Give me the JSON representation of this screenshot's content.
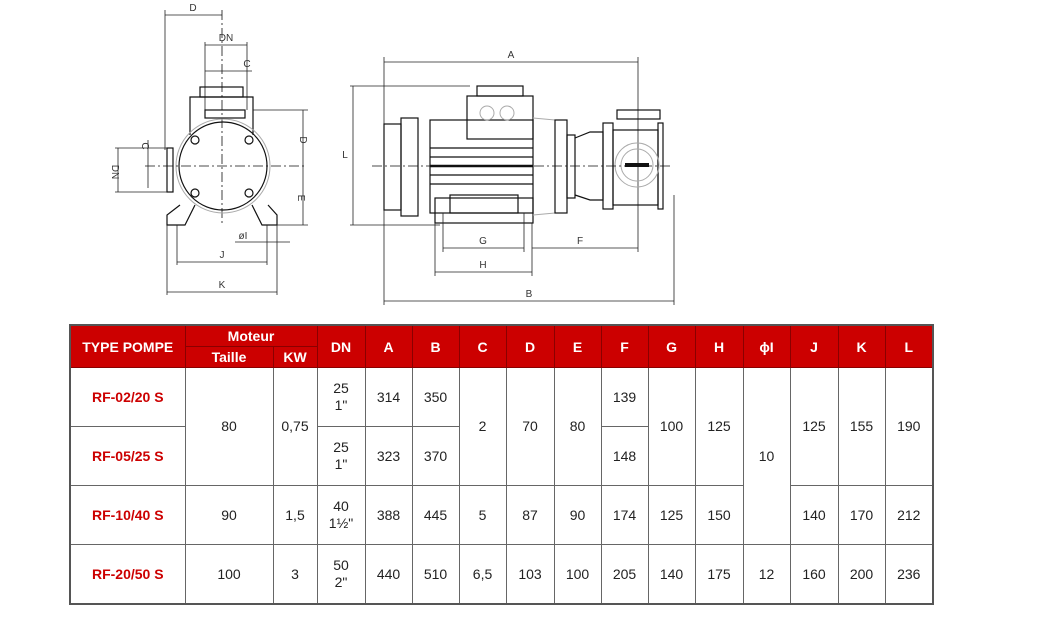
{
  "drawing": {
    "side_view_labels": {
      "d_top": "D",
      "dn_top": "DN",
      "c_top": "C",
      "c_left": "C",
      "dn_left": "DN",
      "d_right": "D",
      "e": "E",
      "phi_i": "øI",
      "j": "J",
      "k": "K"
    },
    "front_view_labels": {
      "a": "A",
      "l": "L",
      "g": "G",
      "h": "H",
      "f": "F",
      "b": "B"
    }
  },
  "table": {
    "headers": {
      "type": "TYPE POMPE",
      "moteur": "Moteur",
      "taille": "Taille",
      "kw": "KW",
      "dn": "DN",
      "a": "A",
      "b": "B",
      "c": "C",
      "d": "D",
      "e": "E",
      "f": "F",
      "g": "G",
      "h": "H",
      "phi_i": "ϕI",
      "j": "J",
      "k": "K",
      "l": "L"
    },
    "rows": [
      {
        "type": "RF-02/20 S",
        "taille": "80",
        "kw": "0,75",
        "dn1": "25",
        "dn2": "1\"",
        "a": "314",
        "b": "350",
        "c": "2",
        "d": "70",
        "e": "80",
        "f": "139",
        "g": "100",
        "h": "125",
        "phi_i": "10",
        "j": "125",
        "k": "155",
        "l": "190"
      },
      {
        "type": "RF-05/25 S",
        "dn1": "25",
        "dn2": "1\"",
        "a": "323",
        "b": "370",
        "f": "148"
      },
      {
        "type": "RF-10/40 S",
        "taille": "90",
        "kw": "1,5",
        "dn1": "40",
        "dn2": "1½\"",
        "a": "388",
        "b": "445",
        "c": "5",
        "d": "87",
        "e": "90",
        "f": "174",
        "g": "125",
        "h": "150",
        "j": "140",
        "k": "170",
        "l": "212"
      },
      {
        "type": "RF-20/50 S",
        "taille": "100",
        "kw": "3",
        "dn1": "50",
        "dn2": "2\"",
        "a": "440",
        "b": "510",
        "c": "6,5",
        "d": "103",
        "e": "100",
        "f": "205",
        "g": "140",
        "h": "175",
        "phi_i": "12",
        "j": "160",
        "k": "200",
        "l": "236"
      }
    ]
  }
}
